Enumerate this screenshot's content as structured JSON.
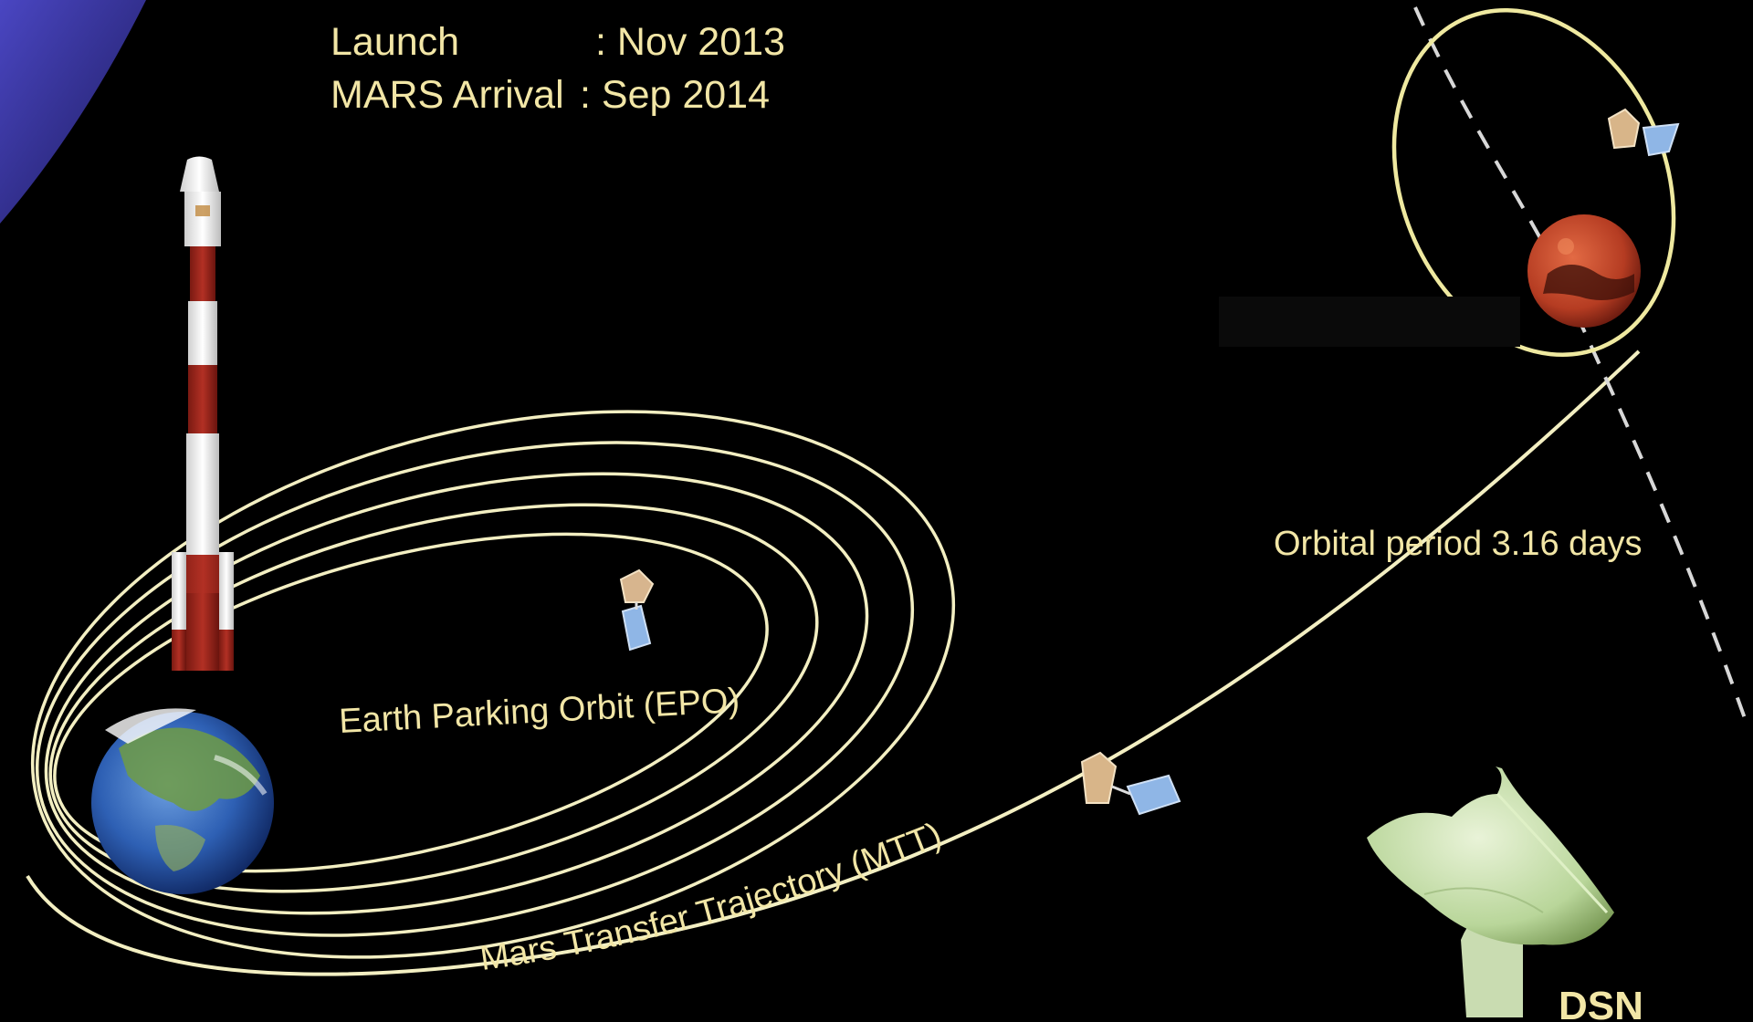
{
  "mission_info": {
    "launch_label": "Launch",
    "launch_value": ": Nov 2013",
    "arrival_label": "MARS Arrival",
    "arrival_value": ": Sep 2014"
  },
  "labels": {
    "epo": "Earth Parking Orbit (EPO)",
    "mtt": "Mars Transfer Trajectory (MTT)",
    "orbital_period": "Orbital period 3.16 days",
    "dsn": "DSN"
  },
  "colors": {
    "background": "#000000",
    "orbit_line": "#f3efc2",
    "mars_orbit": "#efe9a0",
    "text": "#f2e6a6",
    "mars": "#c3452a",
    "earth_ocean": "#2d63b8",
    "earth_land": "#5f8f3a",
    "corner_glow": "#3c3ca8"
  }
}
